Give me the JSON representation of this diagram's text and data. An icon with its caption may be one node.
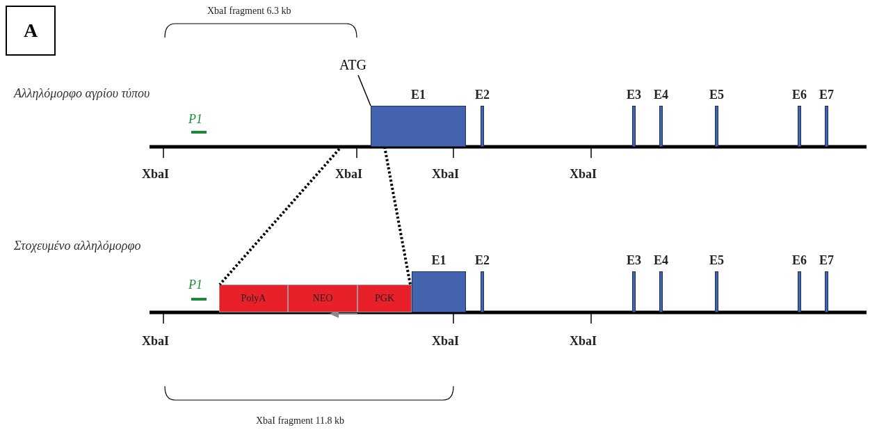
{
  "diagram": {
    "nodes": [
      {
        "text": [
          "A"
        ]
      },
      {
        "text": [
          "E1"
        ]
      },
      {
        "text": [
          "E2"
        ]
      },
      {
        "text": [
          "E3"
        ]
      },
      {
        "text": [
          "E4"
        ]
      },
      {
        "text": [
          "E5"
        ]
      },
      {
        "text": [
          "E6"
        ]
      },
      {
        "text": [
          "E7"
        ]
      },
      {
        "text": [
          "ATG"
        ]
      },
      {
        "text": [
          "PolyA"
        ]
      },
      {
        "text": [
          "NEO"
        ]
      },
      {
        "text": [
          "PGK"
        ]
      },
      {
        "text": [
          "E1"
        ]
      },
      {
        "text": [
          "E2"
        ]
      },
      {
        "text": [
          "E3"
        ]
      },
      {
        "text": [
          "E4"
        ]
      },
      {
        "text": [
          "E5"
        ]
      },
      {
        "text": [
          "E6"
        ]
      },
      {
        "text": [
          "E7"
        ]
      }
    ],
    "edges": [
      {
        "from": 8,
        "to": 1,
        "arrow": "none"
      },
      {
        "from": null,
        "to": 9,
        "arrow": "none",
        "style": "dashed"
      },
      {
        "from": 1,
        "to": 11,
        "arrow": "none",
        "style": "dashed"
      }
    ],
    "labels": [
      "XbaI fragment 6.3 kb",
      "Αλληλόμορφο αγρίου τύπου",
      "P1",
      "XbaI",
      "XbaI",
      "XbaI",
      "XbaI",
      "Στοχευμένο αλληλόμορφο",
      "P1",
      "XbaI",
      "XbaI",
      "XbaI",
      "XbaI fragment 11.8 kb"
    ]
  }
}
